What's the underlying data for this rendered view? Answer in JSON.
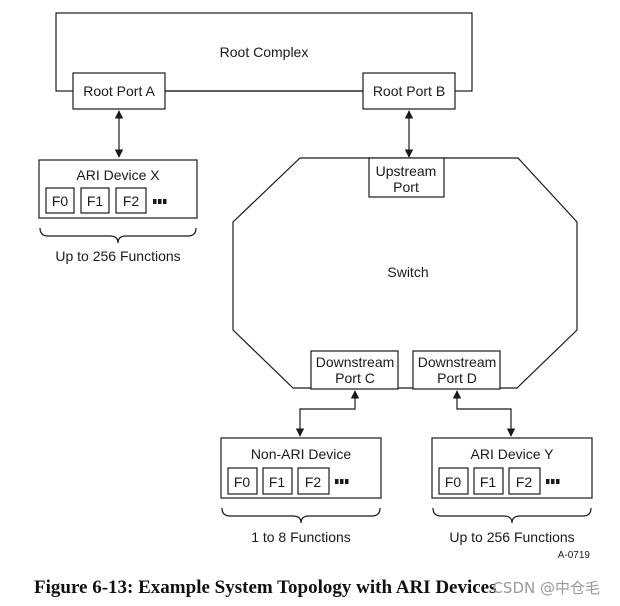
{
  "root_complex": {
    "label": "Root Complex",
    "port_a": "Root Port A",
    "port_b": "Root Port B"
  },
  "ari_device_x": {
    "title": "ARI Device X",
    "functions": [
      "F0",
      "F1",
      "F2"
    ],
    "note": "Up to 256 Functions"
  },
  "switch": {
    "label": "Switch",
    "upstream_line1": "Upstream",
    "upstream_line2": "Port",
    "down_c_line1": "Downstream",
    "down_c_line2": "Port C",
    "down_d_line1": "Downstream",
    "down_d_line2": "Port D"
  },
  "non_ari_device": {
    "title": "Non-ARI Device",
    "functions": [
      "F0",
      "F1",
      "F2"
    ],
    "note": "1 to 8 Functions"
  },
  "ari_device_y": {
    "title": "ARI Device Y",
    "functions": [
      "F0",
      "F1",
      "F2"
    ],
    "note": "Up to 256 Functions"
  },
  "figure_id": "A-0719",
  "caption": "Figure 6-13:  Example System Topology with ARI Devices",
  "watermark": "CSDN @中仓毛"
}
